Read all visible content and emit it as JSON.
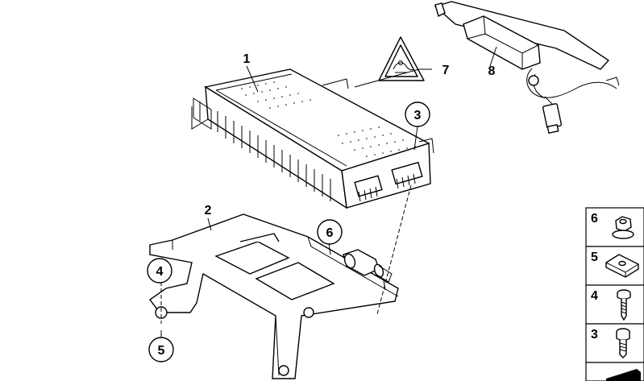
{
  "callouts": {
    "c1": "1",
    "c2": "2",
    "c3": "3",
    "c4": "4",
    "c5": "5",
    "c6": "6",
    "c7": "7",
    "c8": "8"
  },
  "side_panel": [
    {
      "number": "6",
      "part": "nut-icon"
    },
    {
      "number": "5",
      "part": "clip-nut-icon"
    },
    {
      "number": "4",
      "part": "screw-icon"
    },
    {
      "number": "3",
      "part": "bolt-icon"
    }
  ]
}
